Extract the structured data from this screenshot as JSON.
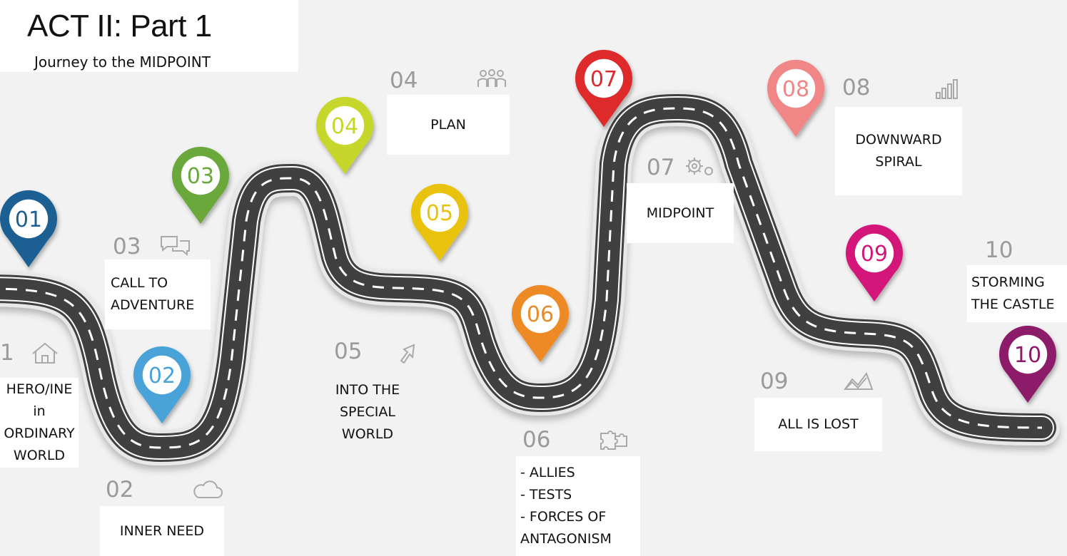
{
  "header": {
    "title": "ACT II: Part 1",
    "subtitle": "Journey to the MIDPOINT"
  },
  "pins": [
    {
      "label": "01",
      "color": "#1f5f92"
    },
    {
      "label": "02",
      "color": "#4aa3d9"
    },
    {
      "label": "03",
      "color": "#6aa83a"
    },
    {
      "label": "04",
      "color": "#c6d629"
    },
    {
      "label": "05",
      "color": "#e9c20e"
    },
    {
      "label": "06",
      "color": "#ee8a26"
    },
    {
      "label": "07",
      "color": "#de2b2b"
    },
    {
      "label": "08",
      "color": "#f08686"
    },
    {
      "label": "09",
      "color": "#d4197a"
    },
    {
      "label": "10",
      "color": "#8c1a6a"
    }
  ],
  "steps": [
    {
      "number": "1",
      "icon": "home-icon",
      "text": "HERO/INE\nin\nORDINARY\nWORLD"
    },
    {
      "number": "02",
      "icon": "cloud-icon",
      "text": "INNER NEED"
    },
    {
      "number": "03",
      "icon": "chat-bubbles-icon",
      "text": "CALL TO\nADVENTURE"
    },
    {
      "number": "04",
      "icon": "people-icon",
      "text": "PLAN"
    },
    {
      "number": "05",
      "icon": "cursor-arrow-icon",
      "text": "INTO THE\nSPECIAL\nWORLD"
    },
    {
      "number": "06",
      "icon": "puzzle-icon",
      "text": "- ALLIES\n- TESTS\n- FORCES OF\nANTAGONISM"
    },
    {
      "number": "07",
      "icon": "gears-icon",
      "text": "MIDPOINT"
    },
    {
      "number": "08",
      "icon": "bar-chart-icon",
      "text": "DOWNWARD\nSPIRAL"
    },
    {
      "number": "09",
      "icon": "line-chart-icon",
      "text": "ALL IS LOST"
    },
    {
      "number": "10",
      "icon": "",
      "text": "STORMING\nTHE CASTLE"
    }
  ]
}
